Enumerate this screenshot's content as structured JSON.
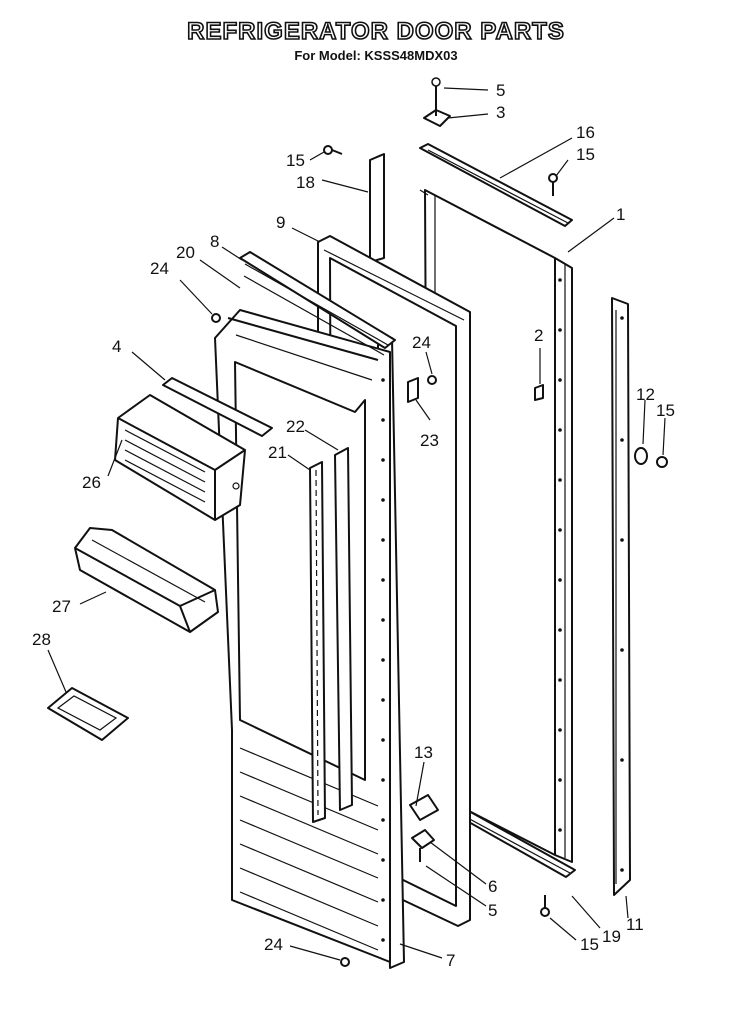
{
  "title": "REFRIGERATOR DOOR PARTS",
  "subtitle": "For Model: KSSS48MDX03",
  "callouts": [
    "5",
    "3",
    "16",
    "15",
    "15",
    "18",
    "1",
    "9",
    "8",
    "20",
    "24",
    "2",
    "24",
    "12",
    "15",
    "4",
    "23",
    "22",
    "21",
    "26",
    "27",
    "28",
    "13",
    "6",
    "5",
    "19",
    "11",
    "15",
    "24",
    "7"
  ]
}
